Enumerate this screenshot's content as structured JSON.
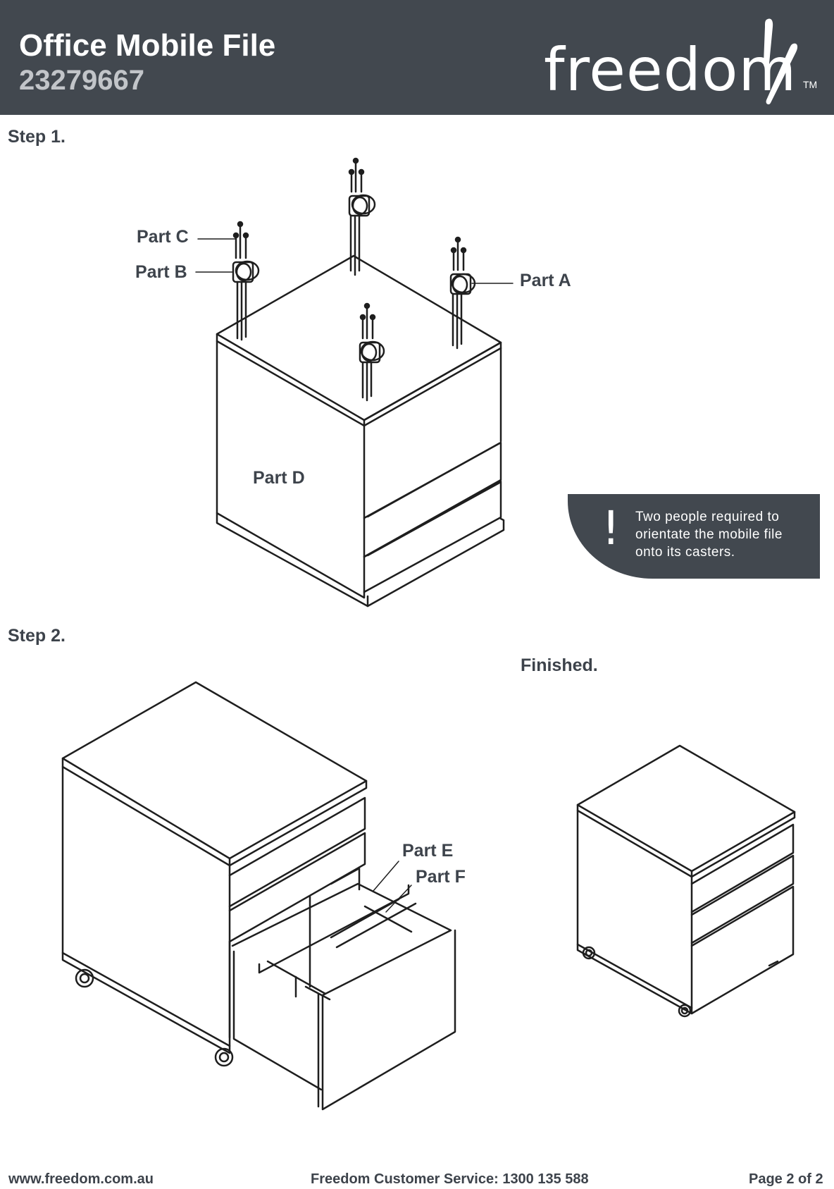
{
  "header": {
    "title": "Office Mobile File",
    "product_code": "23279667",
    "logo_text": "freedom",
    "logo_tm": "TM",
    "background_color": "#42484f"
  },
  "steps": {
    "step1_label": "Step 1.",
    "step2_label": "Step 2.",
    "finished_label": "Finished."
  },
  "parts": {
    "a": "Part A",
    "b": "Part B",
    "c": "Part C",
    "d": "Part D",
    "e": "Part E",
    "f": "Part F"
  },
  "note": {
    "icon": "exclamation-icon",
    "text": "Two people required to orientate the mobile file onto its casters."
  },
  "footer": {
    "website": "www.freedom.com.au",
    "service": "Freedom Customer Service: 1300 135 588",
    "page": "Page 2 of 2"
  }
}
